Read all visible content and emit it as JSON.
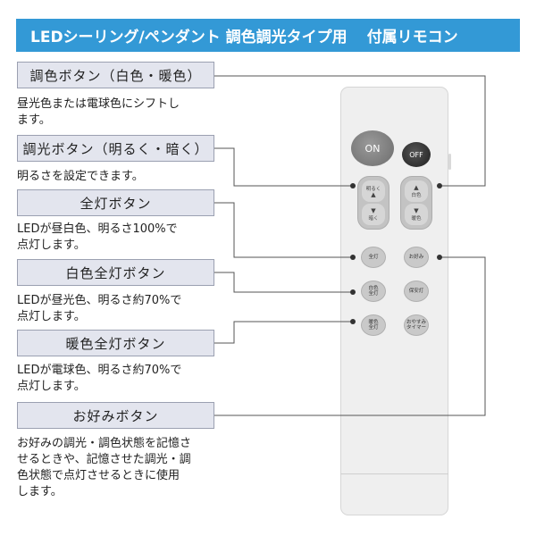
{
  "header": {
    "title": "LEDシーリング/ペンダント 調色調光タイプ用",
    "subtitle": "付属リモコン",
    "color": "#3399d6"
  },
  "features": [
    {
      "label": "調色ボタン（白色・暖色）",
      "desc": [
        "昼光色または電球色にシフトし",
        "ます。"
      ]
    },
    {
      "label": "調光ボタン（明るく・暗く）",
      "desc": [
        "明るさを設定できます。"
      ]
    },
    {
      "label": "全灯ボタン",
      "desc": [
        "LEDが昼白色、明るさ100%で",
        "点灯します。"
      ]
    },
    {
      "label": "白色全灯ボタン",
      "desc": [
        "LEDが昼光色、明るさ約70%で",
        "点灯します。"
      ]
    },
    {
      "label": "暖色全灯ボタン",
      "desc": [
        "LEDが電球色、明るさ約70%で",
        "点灯します。"
      ]
    },
    {
      "label": "お好みボタン",
      "desc": [
        "お好みの調光・調色状態を記憶さ",
        "せるときや、記憶させた調光・調",
        "色状態で点灯させるときに使用",
        "します。"
      ]
    }
  ],
  "remote": {
    "on": "ON",
    "off": "OFF",
    "dim_up": "明るく",
    "dim_down": "暗く",
    "color_up": "白色",
    "color_down": "暖色",
    "full": "全灯",
    "favorite": "お好み",
    "white_full": [
      "白色",
      "全灯"
    ],
    "night": "保安灯",
    "warm_full": [
      "暖色",
      "全灯"
    ],
    "sleep": [
      "おやすみ",
      "タイマー"
    ]
  }
}
